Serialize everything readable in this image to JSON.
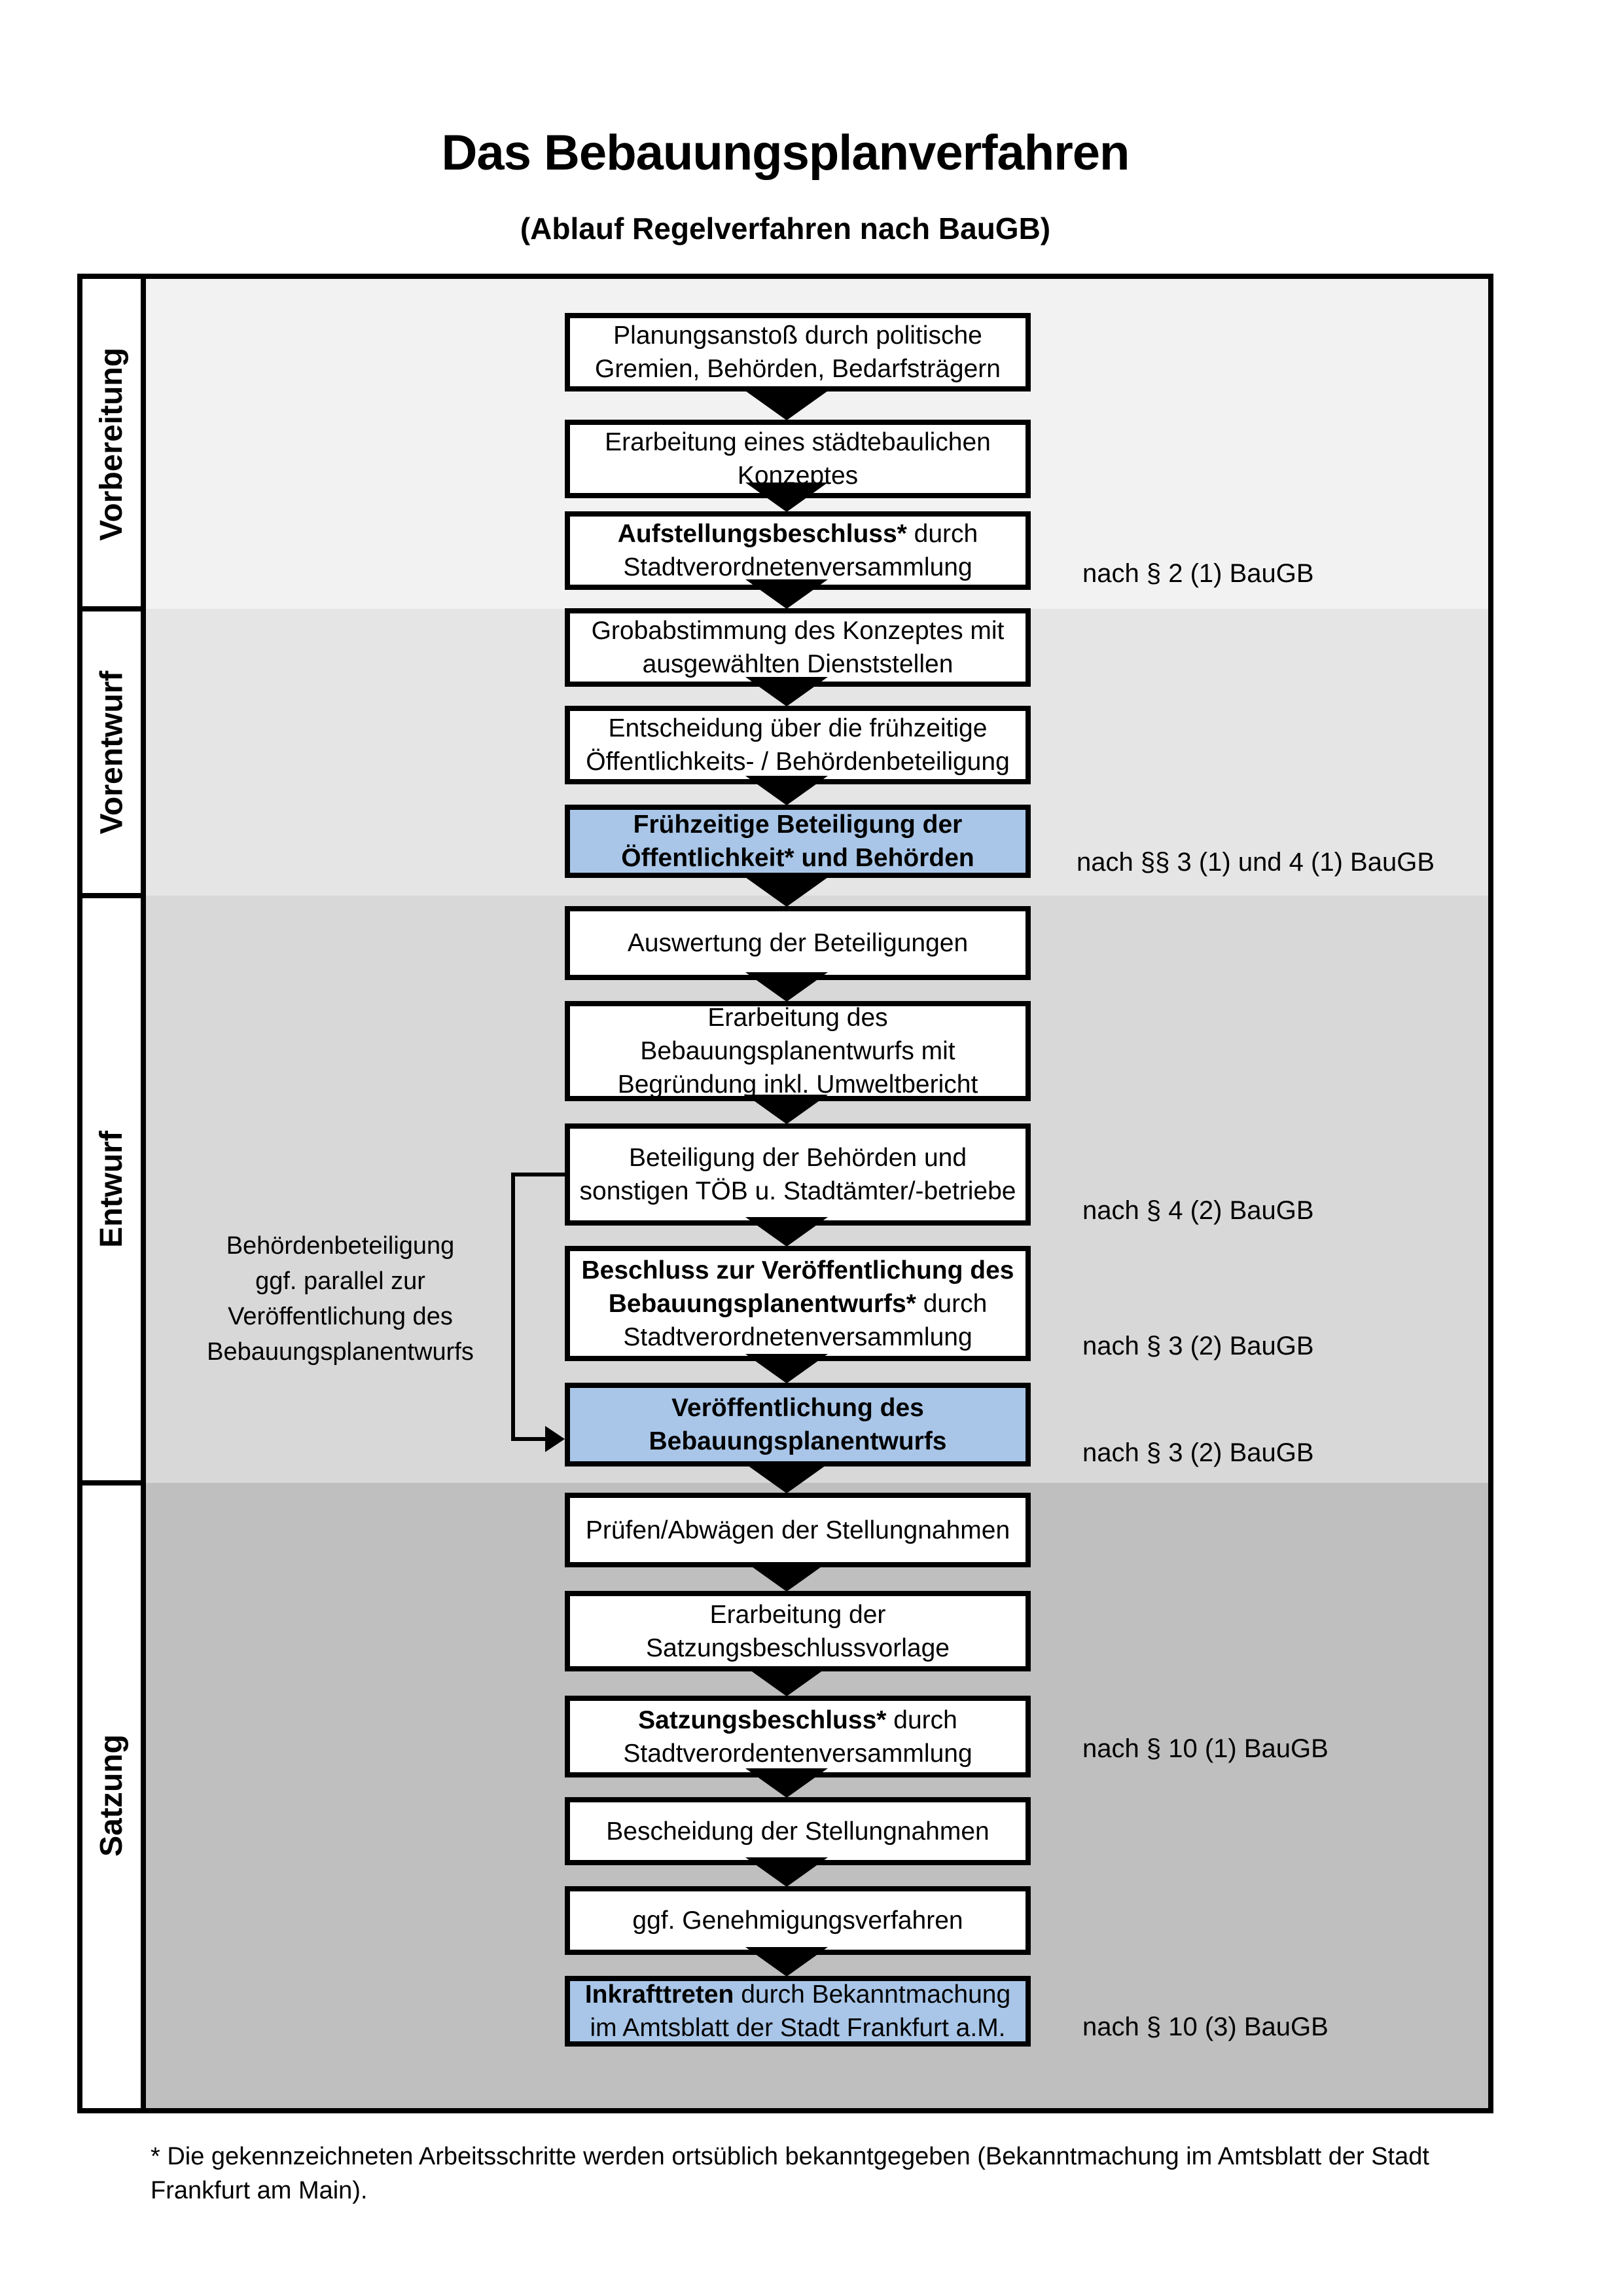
{
  "title": "Das Bebauungsplanverfahren",
  "subtitle": "(Ablauf Regelverfahren nach BauGB)",
  "phases": [
    {
      "label": "Vorbereitung"
    },
    {
      "label": "Vorentwurf"
    },
    {
      "label": "Entwurf"
    },
    {
      "label": "Satzung"
    }
  ],
  "steps": [
    {
      "l1": "Planungsanstoß durch politische",
      "l2": "Gremien, Behörden, Bedarfsträgern",
      "highlight": false
    },
    {
      "l1": "Erarbeitung eines städtebaulichen",
      "l2": "Konzeptes",
      "highlight": false
    },
    {
      "l1b": "Aufstellungsbeschluss*",
      "l1r": " durch",
      "l2": "Stadtverordnetenversammlung",
      "highlight": false
    },
    {
      "l1": "Grobabstimmung des Konzeptes mit",
      "l2": "ausgewählten Dienststellen",
      "highlight": false
    },
    {
      "l1": "Entscheidung über die frühzeitige",
      "l2": "Öffentlichkeits- / Behördenbeteiligung",
      "highlight": false
    },
    {
      "l1": "Frühzeitige Beteiligung der",
      "l2": "Öffentlichkeit* und Behörden",
      "highlight": true
    },
    {
      "l1": "Auswertung der Beteiligungen",
      "highlight": false
    },
    {
      "l1": "Erarbeitung des",
      "l2": "Bebauungsplanentwurfs mit",
      "l3": "Begründung inkl. Umweltbericht",
      "highlight": false
    },
    {
      "l1": "Beteiligung der Behörden und",
      "l2": "sonstigen TÖB u. Stadtämter/-betriebe",
      "highlight": false
    },
    {
      "l1b": "Beschluss zur Veröffentlichung des",
      "l2b": "Bebauungsplanentwurfs*",
      "l2r": " durch",
      "l3": "Stadtverordnetenversammlung",
      "highlight": false
    },
    {
      "l1": "Veröffentlichung des",
      "l2": "Bebauungsplanentwurfs",
      "highlight": true
    },
    {
      "l1": "Prüfen/Abwägen der Stellungnahmen",
      "highlight": false
    },
    {
      "l1": "Erarbeitung der",
      "l2": "Satzungsbeschlussvorlage",
      "highlight": false
    },
    {
      "l1b": "Satzungsbeschluss*",
      "l1r": " durch",
      "l2": "Stadtverordentenversammlung",
      "highlight": false
    },
    {
      "l1": "Bescheidung der Stellungnahmen",
      "highlight": false
    },
    {
      "l1": "ggf. Genehmigungsverfahren",
      "highlight": false
    },
    {
      "l1b": "Inkrafttreten",
      "l1r": " durch Bekanntmachung",
      "l2": "im Amtsblatt der Stadt Frankfurt a.M.",
      "highlight": true
    }
  ],
  "notes": [
    {
      "text": "nach § 2 (1) BauGB"
    },
    {
      "text": "nach §§ 3 (1) und 4 (1) BauGB"
    },
    {
      "text": "nach § 4 (2) BauGB"
    },
    {
      "text": "nach § 3 (2) BauGB"
    },
    {
      "text": "nach § 3 (2) BauGB"
    },
    {
      "text": "nach § 10 (1) BauGB"
    },
    {
      "text": "nach § 10 (3) BauGB"
    }
  ],
  "annotation": {
    "l1": "Behördenbeteiligung",
    "l2": "ggf. parallel zur",
    "l3": "Veröffentlichung des",
    "l4": "Bebauungsplanentwurfs"
  },
  "footnote": {
    "line1": "* Die gekennzeichneten Arbeitsschritte werden ortsüblich bekanntgegeben (Bekanntmachung im Amtsblatt  der Stadt",
    "line2": "Frankfurt am Main)."
  },
  "colors": {
    "highlight_box": "#a9c6e8",
    "band_vorbereitung": "#f2f2f2",
    "band_vorentwurf": "#e5e5e5",
    "band_entwurf": "#d8d8d8",
    "band_satzung": "#bfbfbf",
    "border": "#000000"
  }
}
